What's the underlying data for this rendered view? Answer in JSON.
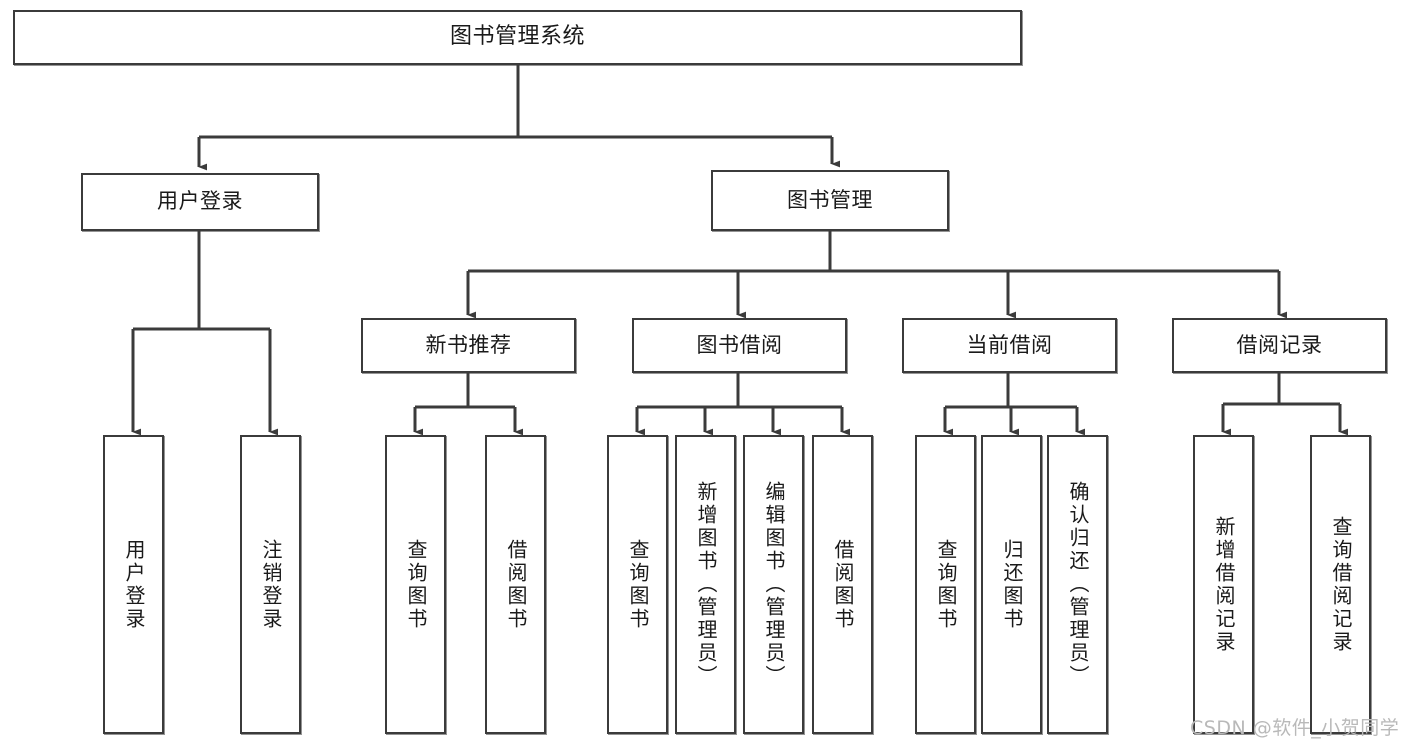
{
  "diagram": {
    "title": "图书管理系统",
    "stroke_color": "#3b3b3b",
    "background_color": "#ffffff",
    "text_color": "#1a1a1a"
  },
  "root": {
    "label": "图书管理系统"
  },
  "level1": [
    {
      "label": "用户登录"
    },
    {
      "label": "图书管理"
    }
  ],
  "level2": [
    {
      "label": "新书推荐"
    },
    {
      "label": "图书借阅"
    },
    {
      "label": "当前借阅"
    },
    {
      "label": "借阅记录"
    }
  ],
  "leaves": {
    "user_login": [
      {
        "label": "用户登录"
      },
      {
        "label": "注销登录"
      }
    ],
    "new_book_recommend": [
      {
        "label": "查询图书"
      },
      {
        "label": "借阅图书"
      }
    ],
    "book_borrow": [
      {
        "label": "查询图书"
      },
      {
        "label": "新增图书（管理员）"
      },
      {
        "label": "编辑图书（管理员）"
      },
      {
        "label": "借阅图书"
      }
    ],
    "current_borrow": [
      {
        "label": "查询图书"
      },
      {
        "label": "归还图书"
      },
      {
        "label": "确认归还（管理员）"
      }
    ],
    "borrow_record": [
      {
        "label": "新增借阅记录"
      },
      {
        "label": "查询借阅记录"
      }
    ]
  },
  "watermark": {
    "text": "CSDN @软件_小贺同学",
    "color": "#b9b9b9"
  }
}
